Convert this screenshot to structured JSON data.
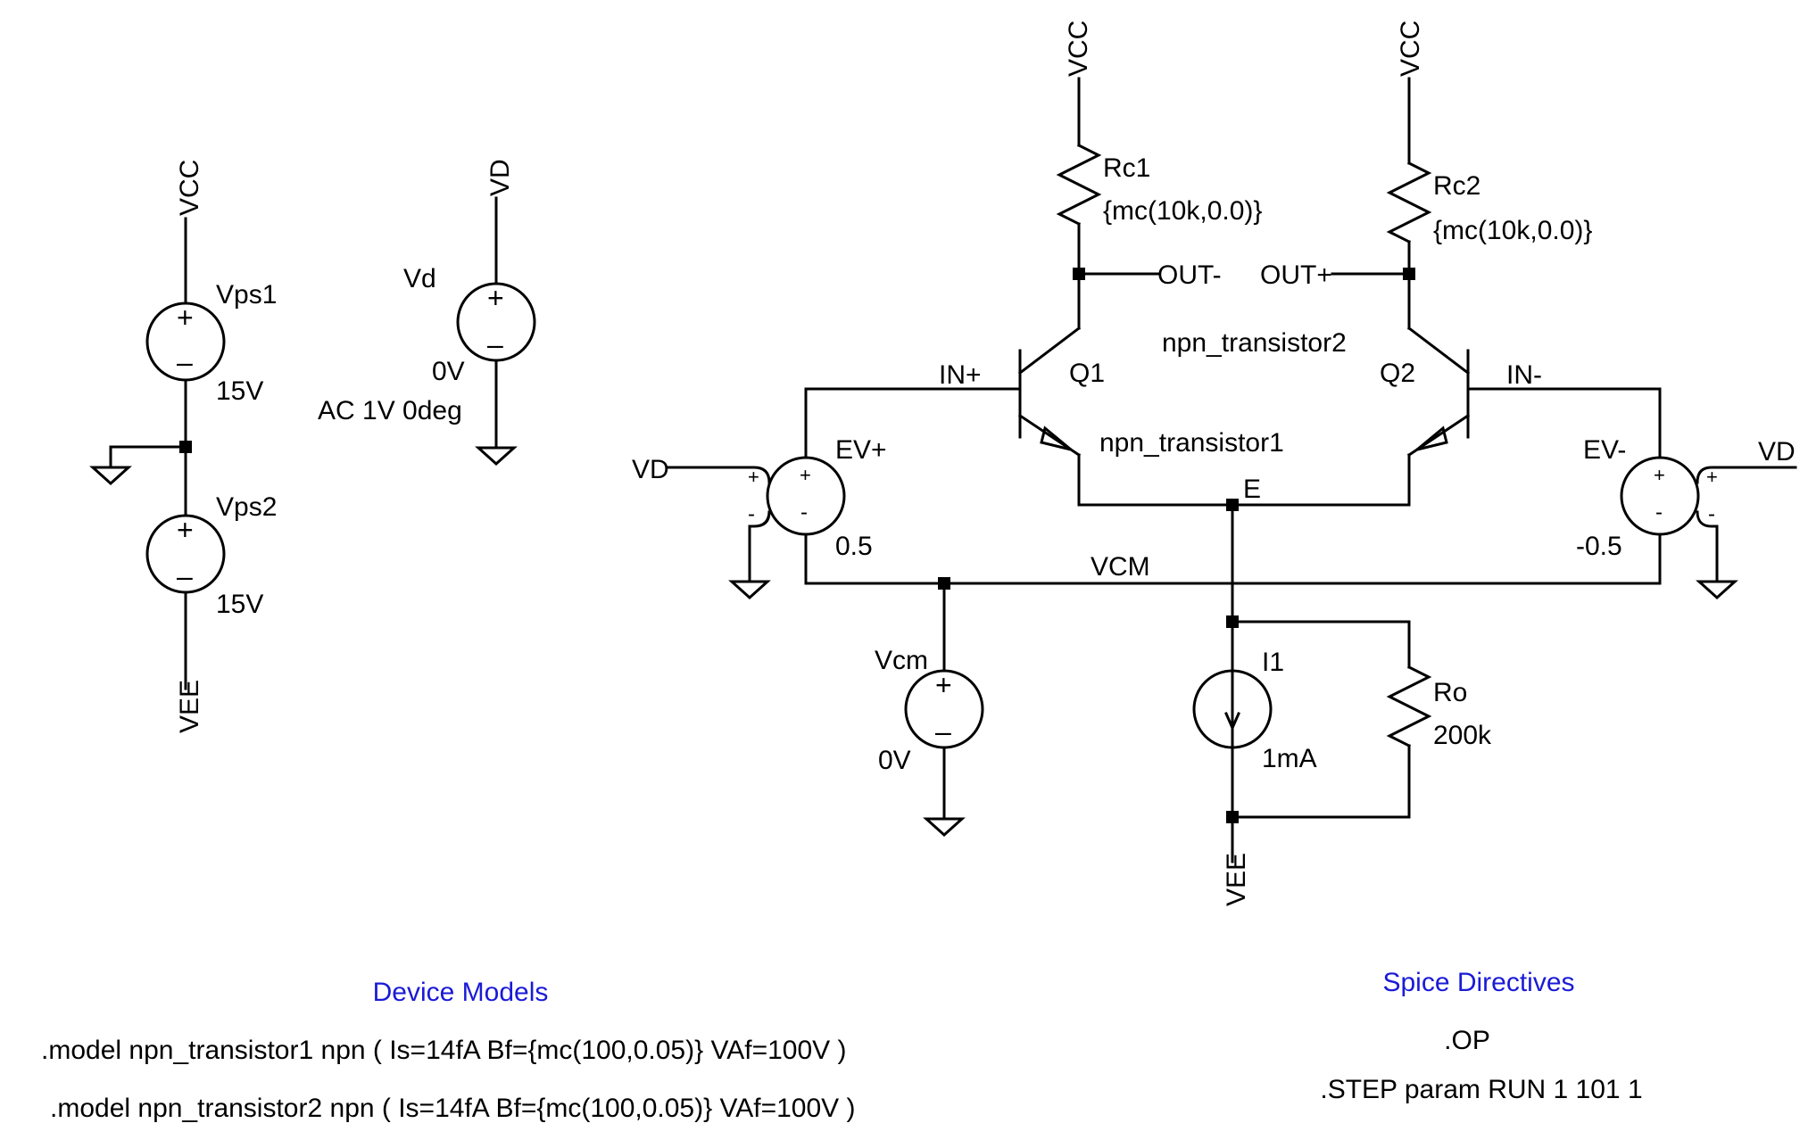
{
  "labels": {
    "vcc": "VCC",
    "vee": "VEE",
    "vd": "VD",
    "vps1_name": "Vps1",
    "vps1_value": "15V",
    "vps2_name": "Vps2",
    "vps2_value": "15V",
    "vd_name": "Vd",
    "vd_value": "0V",
    "vd_ac": "AC 1V 0deg",
    "rc1_name": "Rc1",
    "rc1_value": "{mc(10k,0.0)}",
    "rc2_name": "Rc2",
    "rc2_value": "{mc(10k,0.0)}",
    "out_minus": "OUT-",
    "out_plus": "OUT+",
    "q1_name": "Q1",
    "q2_name": "Q2",
    "q1_model": "npn_transistor1",
    "q2_model": "npn_transistor2",
    "in_plus": "IN+",
    "in_minus": "IN-",
    "evp_name": "EV+",
    "evp_gain": "0.5",
    "evm_name": "EV-",
    "evm_gain": "-0.5",
    "e_net": "E",
    "vcm_net": "VCM",
    "vcm_name": "Vcm",
    "vcm_value": "0V",
    "i1_name": "I1",
    "i1_value": "1mA",
    "ro_name": "Ro",
    "ro_value": "200k",
    "plus": "+",
    "minus": "-",
    "plus_sign": "+",
    "minus_sign": "–"
  },
  "device_models": {
    "heading": "Device Models",
    "lines": [
      ".model npn_transistor1 npn ( Is=14fA Bf={mc(100,0.05)} VAf=100V )",
      ".model npn_transistor2 npn ( Is=14fA Bf={mc(100,0.05)} VAf=100V )"
    ]
  },
  "spice_directives": {
    "heading": "Spice Directives",
    "lines": [
      ".OP",
      ".STEP param RUN 1 101 1"
    ]
  },
  "colors": {
    "wire": "#000000",
    "heading": "#1a1ad6"
  }
}
